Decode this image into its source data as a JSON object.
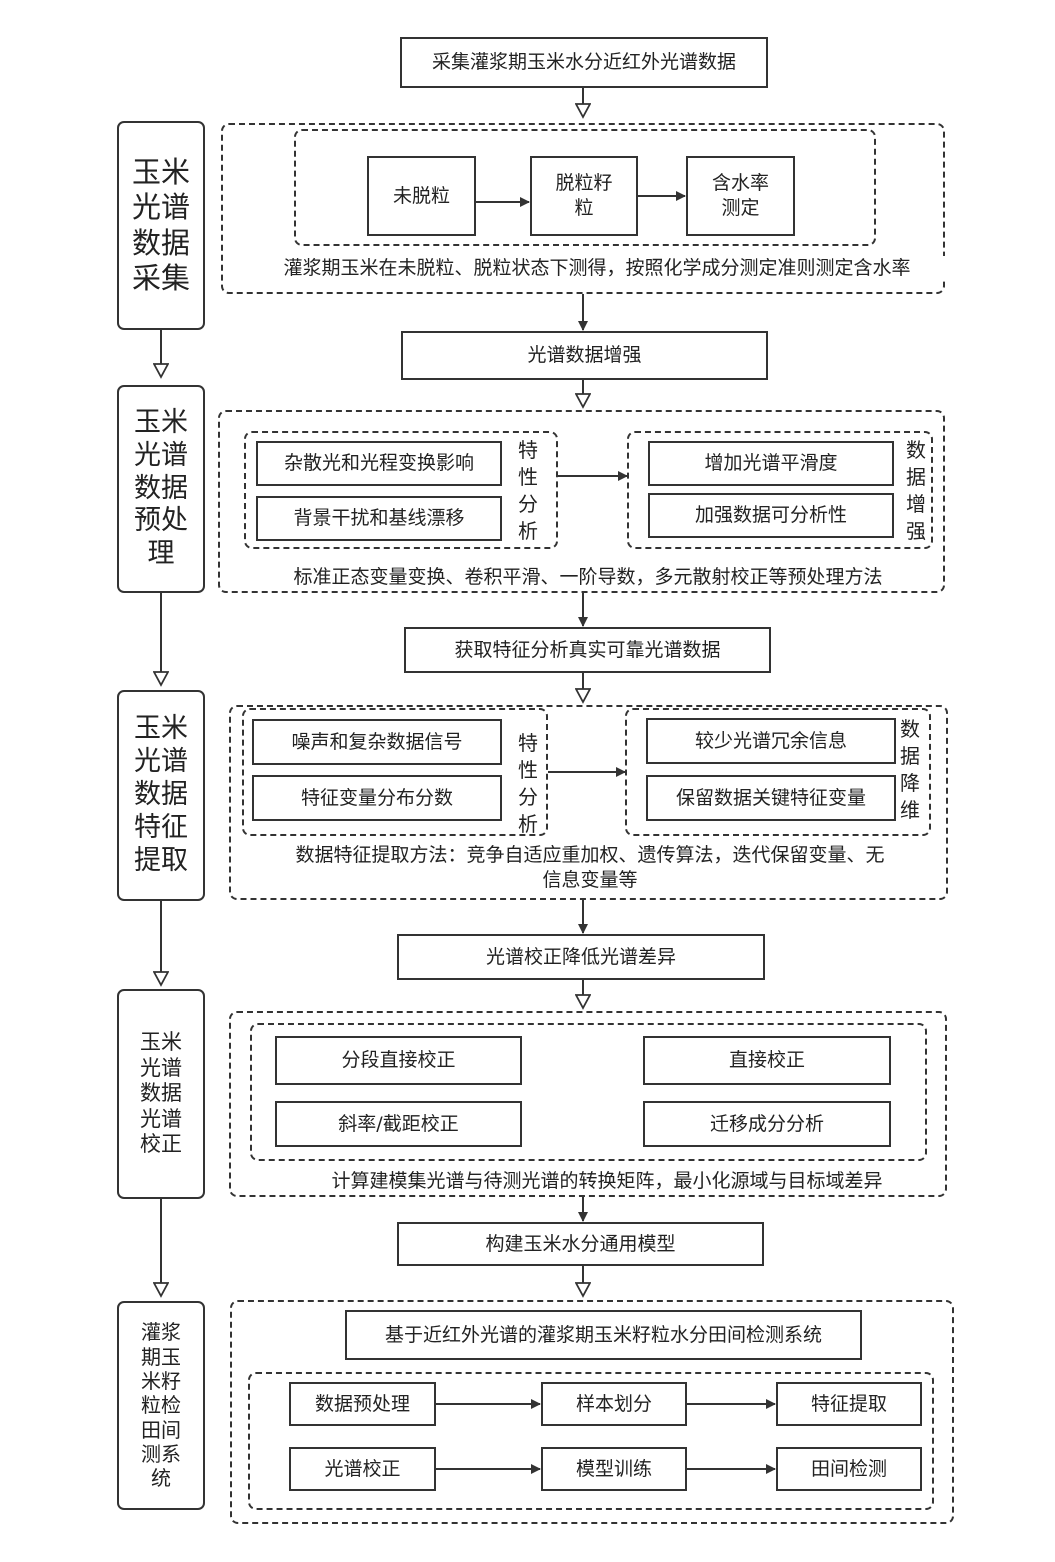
{
  "top_title": "采集灌浆期玉米水分近红外光谱数据",
  "stage1": {
    "side_lines": [
      "玉米",
      "光谱",
      "数据",
      "采集"
    ],
    "box1": "未脱粒",
    "box2_lines": [
      "脱粒籽",
      "粒"
    ],
    "box3_lines": [
      "含水率",
      "测定"
    ],
    "caption": "灌浆期玉米在未脱粒、脱粒状态下测得，按照化学成分测定准则测定含水率"
  },
  "step2": "光谱数据增强",
  "stage2": {
    "side_lines": [
      "玉米",
      "光谱",
      "数据",
      "预处",
      "理"
    ],
    "left_items": [
      "杂散光和光程变换影响",
      "背景干扰和基线漂移"
    ],
    "left_vertical": "特性分析",
    "right_items": [
      "增加光谱平滑度",
      "加强数据可分析性"
    ],
    "right_vertical": "数据增强",
    "caption": "标准正态变量变换、卷积平滑、一阶导数，多元散射校正等预处理方法"
  },
  "step3": "获取特征分析真实可靠光谱数据",
  "stage3": {
    "side_lines": [
      "玉米",
      "光谱",
      "数据",
      "特征",
      "提取"
    ],
    "left_items": [
      "噪声和复杂数据信号",
      "特征变量分布分数"
    ],
    "left_vertical": "特性分析",
    "right_items": [
      "较少光谱冗余信息",
      "保留数据关键特征变量"
    ],
    "right_vertical": "数据降维",
    "caption_line1": "数据特征提取方法：竞争自适应重加权、遗传算法，迭代保留变量、无",
    "caption_line2": "信息变量等"
  },
  "step4": "光谱校正降低光谱差异",
  "stage4": {
    "side_lines": [
      "玉米",
      "光谱",
      "数据",
      "光谱",
      "校正"
    ],
    "items": [
      "分段直接校正",
      "直接校正",
      "斜率/截距校正",
      "迁移成分分析"
    ],
    "caption": "计算建模集光谱与待测光谱的转换矩阵，最小化源域与目标域差异"
  },
  "step5": "构建玉米水分通用模型",
  "stage5": {
    "side_lines": [
      "灌浆",
      "期玉",
      "米籽",
      "粒检",
      "田间",
      "测系",
      "统"
    ],
    "system_title": "基于近红外光谱的灌浆期玉米籽粒水分田间检测系统",
    "row1": [
      "数据预处理",
      "样本划分",
      "特征提取"
    ],
    "row2": [
      "光谱校正",
      "模型训练",
      "田间检测"
    ]
  }
}
